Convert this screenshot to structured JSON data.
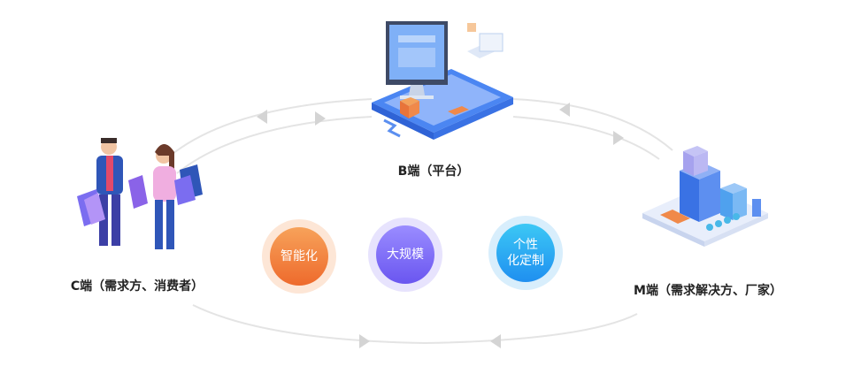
{
  "nodes": {
    "b": {
      "label": "B端（平台）"
    },
    "c": {
      "label": "C端（需求方、消费者）"
    },
    "m": {
      "label": "M端（需求解决方、厂家）"
    }
  },
  "features": [
    {
      "label": "智能化",
      "color_from": "#f7a25a",
      "color_to": "#ee6a2c",
      "halo": "#fde6d6"
    },
    {
      "label": "大规模",
      "color_from": "#9a8cff",
      "color_to": "#6a56f0",
      "halo": "#e7e3fd"
    },
    {
      "label_line1": "个性",
      "label_line2": "化定制",
      "color_from": "#3cc8f5",
      "color_to": "#1f8ff0",
      "halo": "#d8eefc"
    }
  ],
  "colors": {
    "arc": "#e4e4e4",
    "arrow": "#d4d4d4",
    "accent_blue": "#3a7bf0"
  }
}
